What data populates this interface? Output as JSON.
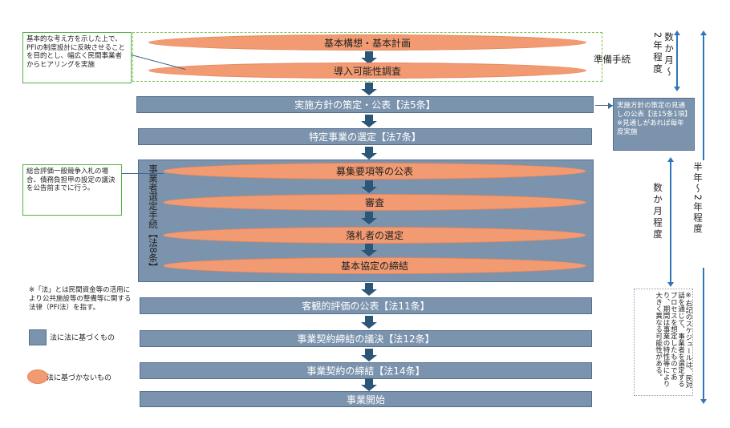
{
  "steps": {
    "kihon": "基本構想・基本計画",
    "dounyu": "導入可能性調査",
    "houshin": "実施方針の策定・公表【法5条】",
    "tokutei": "特定事業の選定【法7条】",
    "boshu": "募集要項等の公表",
    "shinsa": "審査",
    "rakusatsu": "落札者の選定",
    "kyotei": "基本協定の締結",
    "kyakkan": "客観的評価の公表【法11条】",
    "giketsu": "事業契約締結の議決【法12条】",
    "teiketsu": "事業契約の締結【法14条】",
    "kaishi": "事業開始"
  },
  "labels": {
    "junbi": "準備手続",
    "jigyosha": "事業者選定手続【法8条】",
    "nen2": "2年程度",
    "sukagetsu": "数か月〜",
    "sukagetsu2": "数か月程度",
    "hantoshi": "半年〜2年程度"
  },
  "notes": {
    "left1": "基本的な考え方を示した上で、PFIの制度設計に反映させることを目的とし、幅広く民間事業者からヒアリングを実施",
    "left2": "総合評価一般競争入札の場合、債務負担甲の設定の議決を公告前までに行う。",
    "right1": "実施方針の策定の見通しの公表【法15条1項】※見通しがあれば毎年度実施",
    "right2": "※右記のスケジュールは、民対話を通じて、事業者を選定するプロセスを想定したものであり、期間は事業の特性等により大きく異なる可能性がある。",
    "footnote": "※「法」とは民間資金等の活用により公共施設等の整備等に関する法律（PFI法）を指す。"
  },
  "legend": {
    "law": "法に法に基づくもの",
    "nonlaw": "法に基づかないもの"
  },
  "colors": {
    "bar": "#7b93ad",
    "oval": "#f29b72",
    "arrow": "#2c5678",
    "note_border": "#53b044",
    "timeline": "#2f76b8"
  }
}
